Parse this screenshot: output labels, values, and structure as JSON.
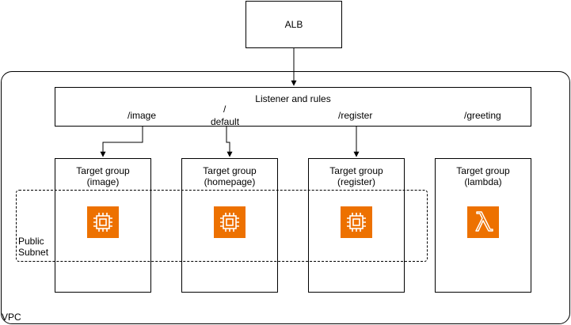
{
  "alb": {
    "label": "ALB"
  },
  "vpc": {
    "label": "VPC"
  },
  "listener": {
    "title": "Listener and rules",
    "rules": [
      {
        "path": "/image"
      },
      {
        "path": "/",
        "sub": "default"
      },
      {
        "path": "/register"
      },
      {
        "path": "/greeting"
      }
    ]
  },
  "subnet": {
    "label_line1": "Public",
    "label_line2": "Subnet"
  },
  "target_groups": [
    {
      "line1": "Target group",
      "line2": "(image)",
      "icon": "ec2-icon"
    },
    {
      "line1": "Target group",
      "line2": "(homepage)",
      "icon": "ec2-icon"
    },
    {
      "line1": "Target group",
      "line2": "(register)",
      "icon": "ec2-icon"
    },
    {
      "line1": "Target group",
      "line2": "(lambda)",
      "icon": "lambda-icon"
    }
  ],
  "colors": {
    "aws_orange": "#ED7100",
    "stroke": "#000000"
  }
}
